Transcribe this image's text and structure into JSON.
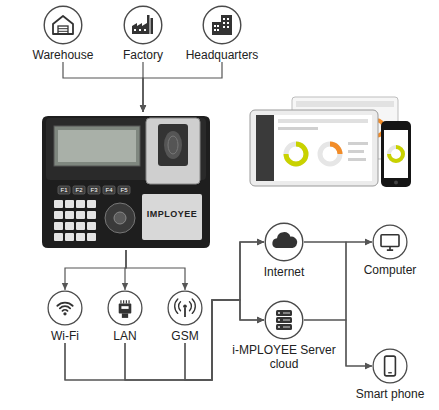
{
  "diagram": {
    "nodes": [
      {
        "text": [
          "Warehouse"
        ]
      },
      {
        "text": [
          "Factory"
        ]
      },
      {
        "text": [
          "Headquarters"
        ]
      },
      {
        "text": [
          "IMPLOYEE"
        ]
      },
      {
        "text": [
          "Wi-Fi"
        ]
      },
      {
        "text": [
          "LAN"
        ]
      },
      {
        "text": [
          "GSM"
        ]
      },
      {
        "text": [
          "Internet"
        ]
      },
      {
        "text": [
          "i-MPLOYEE Server cloud"
        ]
      },
      {
        "text": [
          "Computer"
        ]
      },
      {
        "text": [
          "Smart phone"
        ]
      }
    ],
    "edges": [
      {
        "from": 0,
        "to": 3,
        "arrow": "to"
      },
      {
        "from": 1,
        "to": 3,
        "arrow": "to"
      },
      {
        "from": 2,
        "to": 3,
        "arrow": "to"
      },
      {
        "from": 3,
        "to": 4,
        "arrow": "to"
      },
      {
        "from": 3,
        "to": 5,
        "arrow": "to"
      },
      {
        "from": 3,
        "to": 6,
        "arrow": "to"
      },
      {
        "from": 4,
        "to": 7,
        "arrow": "to"
      },
      {
        "from": 4,
        "to": 8,
        "arrow": "to"
      },
      {
        "from": 5,
        "to": 7,
        "arrow": "to"
      },
      {
        "from": 5,
        "to": 8,
        "arrow": "to"
      },
      {
        "from": 6,
        "to": 7,
        "arrow": "to"
      },
      {
        "from": 6,
        "to": 8,
        "arrow": "to"
      },
      {
        "from": 7,
        "to": 9,
        "arrow": "to"
      },
      {
        "from": 7,
        "to": 10,
        "arrow": "to"
      },
      {
        "from": 8,
        "to": 9,
        "arrow": "to"
      },
      {
        "from": 8,
        "to": 10,
        "arrow": "to"
      }
    ],
    "labels": [
      "F1",
      "F2",
      "F3",
      "F4",
      "F5"
    ]
  }
}
